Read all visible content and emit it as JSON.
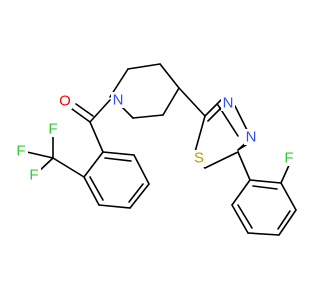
{
  "colors": {
    "bond": "#000000",
    "oxygen": "#ff0000",
    "nitrogen": "#3050f8",
    "sulfur": "#b5a000",
    "fluorine": "#33cc33"
  },
  "atoms": {
    "carbonyl_oxygen": "O",
    "piperidine_nitrogen": "N",
    "thiadiazole_n3": "N",
    "thiadiazole_n4": "N",
    "thiadiazole_sulfur": "S",
    "cf3_fluorine_top": "F",
    "cf3_fluorine_left": "F",
    "cf3_fluorine_bottom": "F",
    "aryl_fluorine": "F"
  }
}
